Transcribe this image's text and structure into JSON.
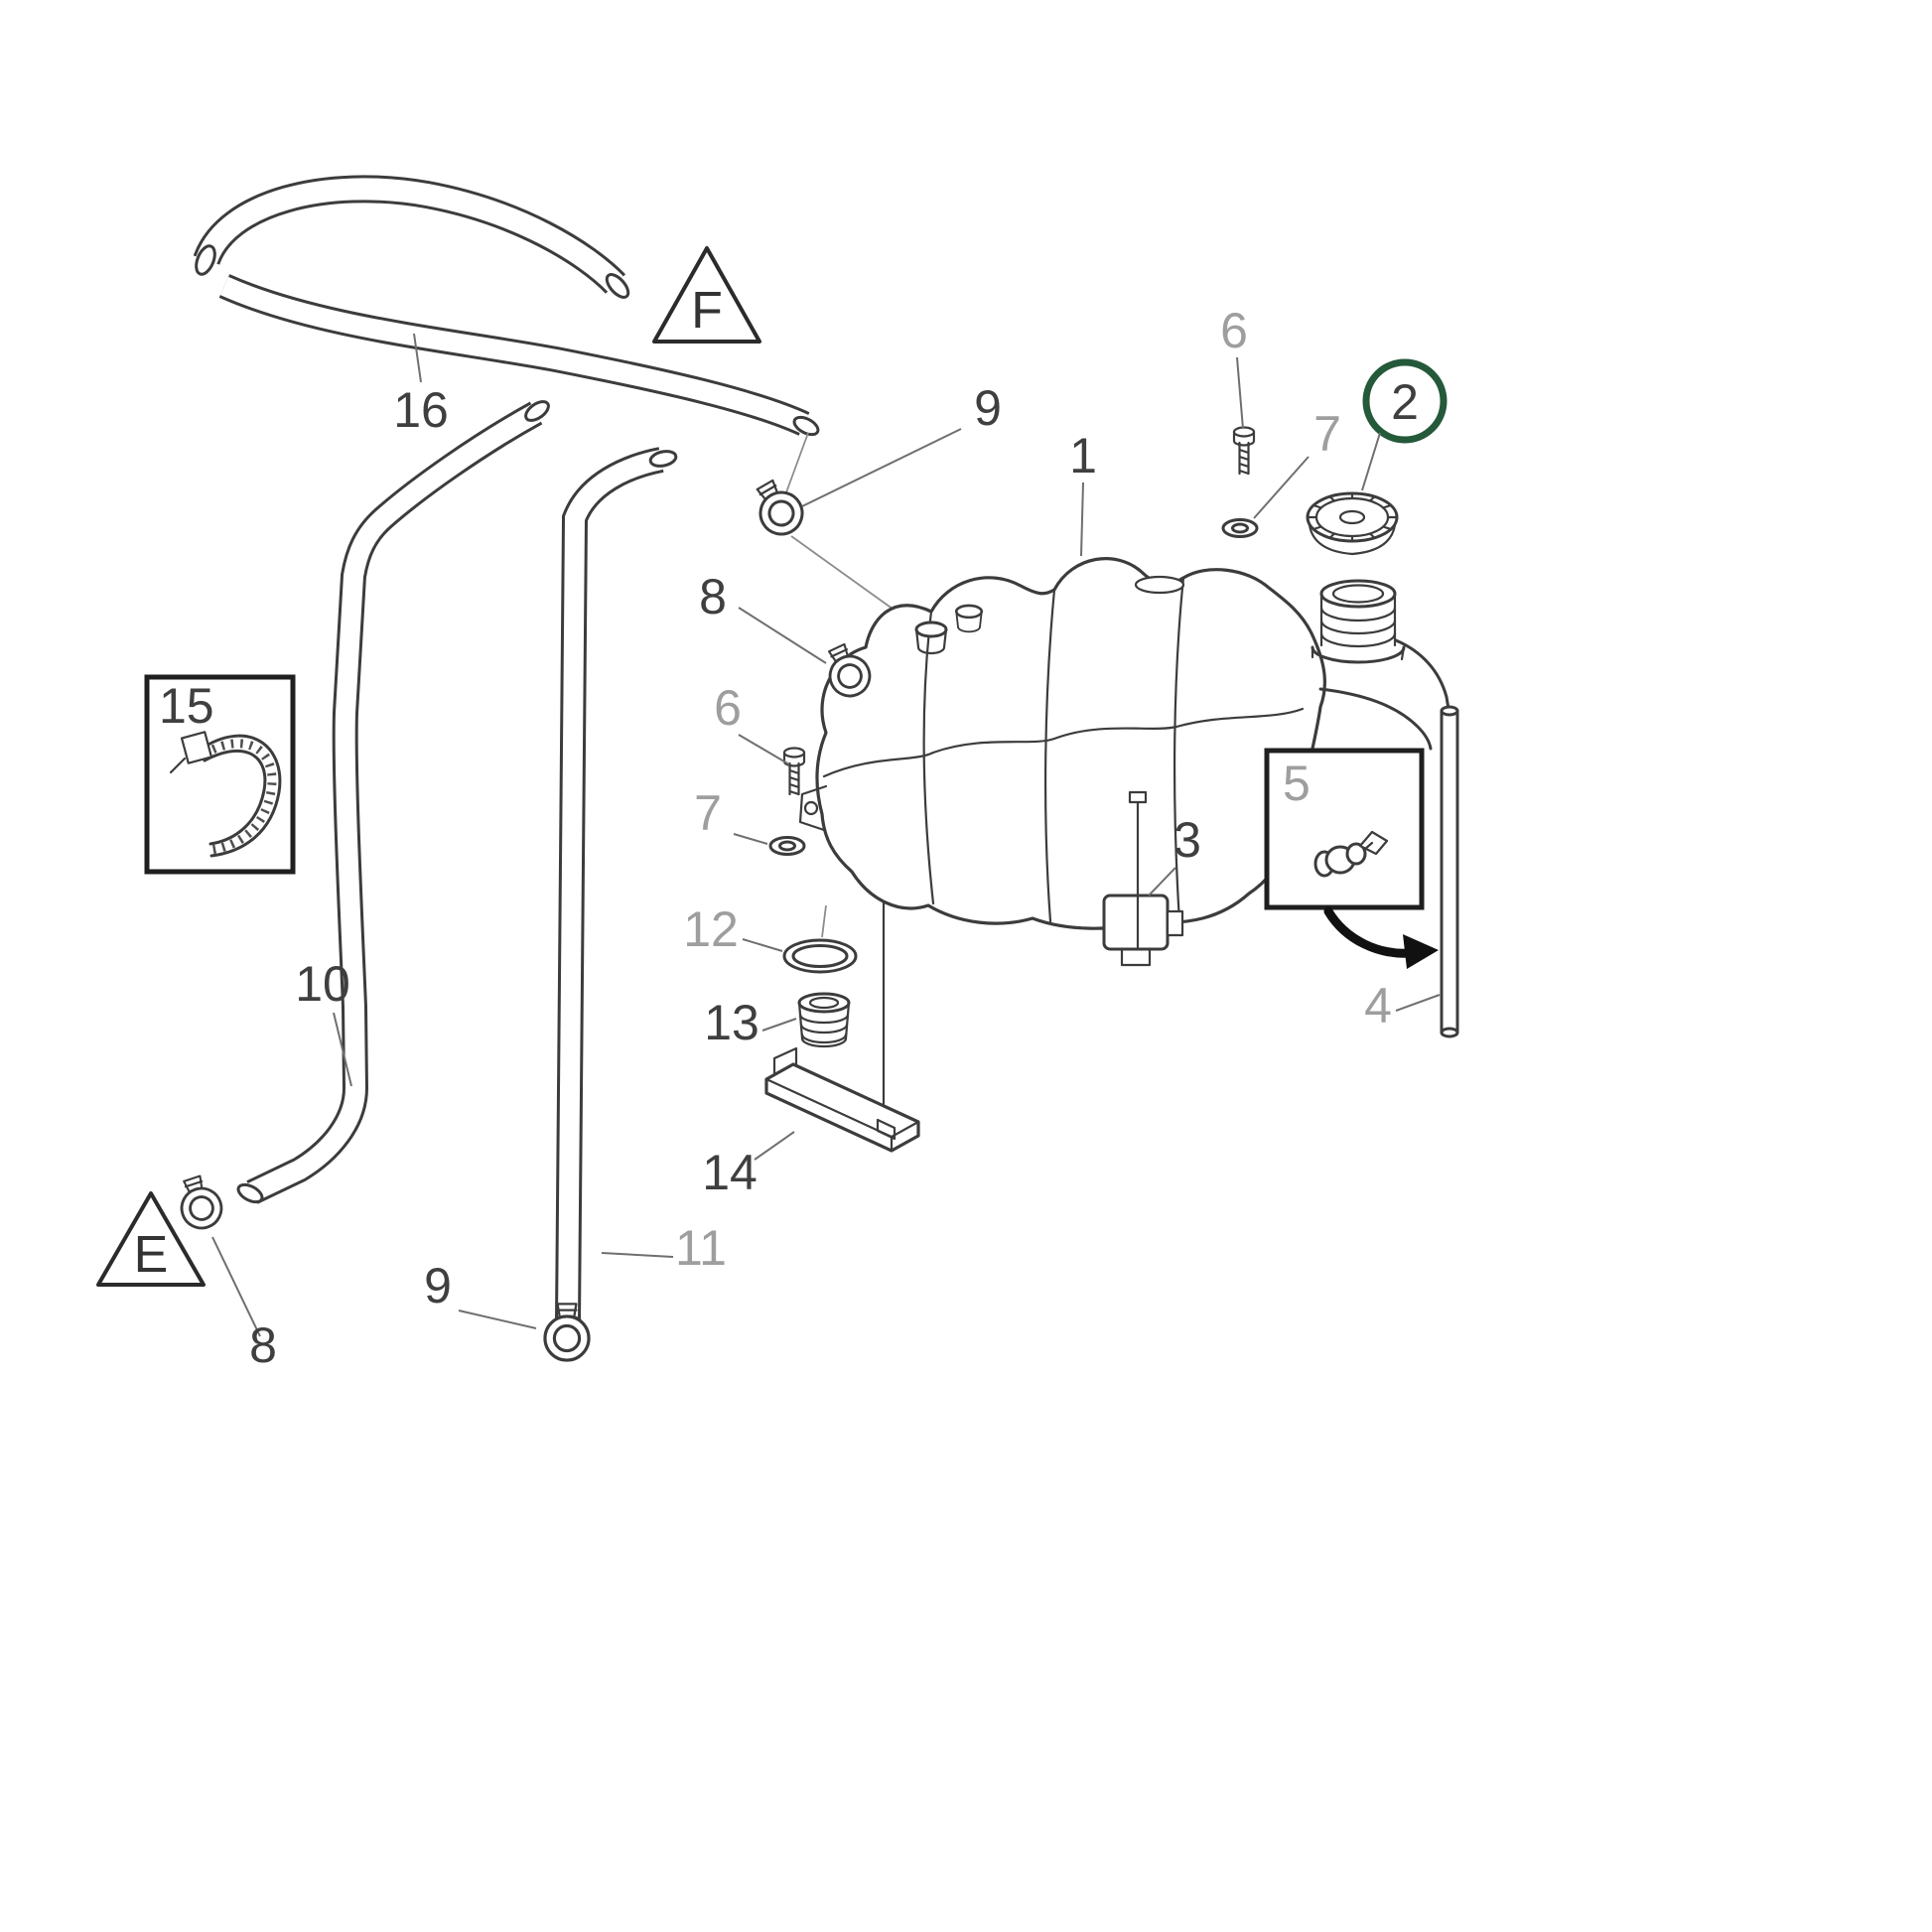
{
  "diagram": {
    "colors": {
      "line": "#3c3c3c",
      "label_dark": "#3f3f3f",
      "label_muted": "#9e9e9e",
      "highlight": "#24593a",
      "background": "#ffffff"
    },
    "highlighted_callout": "2",
    "callouts": {
      "c1": {
        "label": "1"
      },
      "c2": {
        "label": "2"
      },
      "c3": {
        "label": "3"
      },
      "c4": {
        "label": "4"
      },
      "c5": {
        "label": "5"
      },
      "c6_top": {
        "label": "6"
      },
      "c6_mid": {
        "label": "6"
      },
      "c7_top": {
        "label": "7"
      },
      "c7_mid": {
        "label": "7"
      },
      "c8_top": {
        "label": "8"
      },
      "c8_bot": {
        "label": "8"
      },
      "c9_top": {
        "label": "9"
      },
      "c9_bot": {
        "label": "9"
      },
      "c10": {
        "label": "10"
      },
      "c11": {
        "label": "11"
      },
      "c12": {
        "label": "12"
      },
      "c13": {
        "label": "13"
      },
      "c14": {
        "label": "14"
      },
      "c15": {
        "label": "15"
      },
      "c16": {
        "label": "16"
      }
    },
    "markers": {
      "f": {
        "label": "F"
      },
      "e": {
        "label": "E"
      }
    }
  }
}
